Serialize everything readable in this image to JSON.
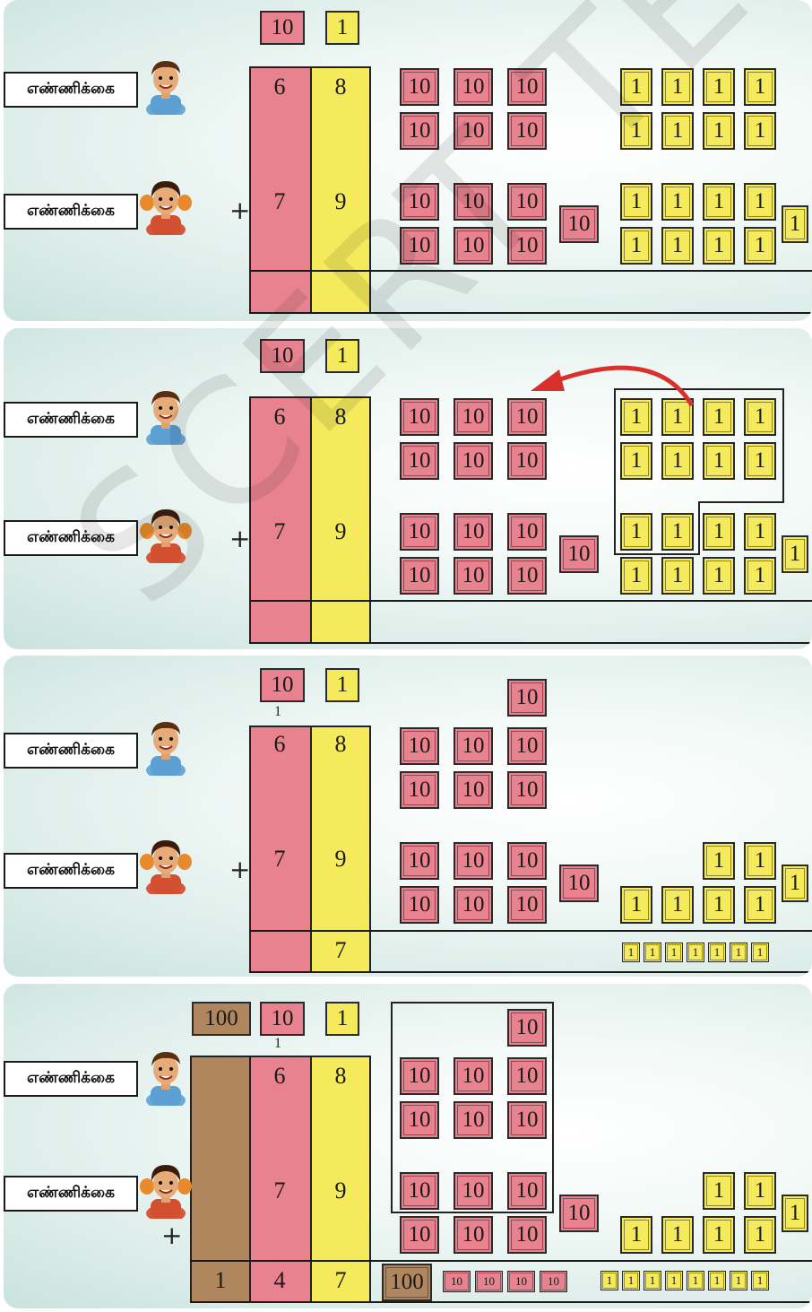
{
  "labels": {
    "count": "எண்ணிக்கை"
  },
  "symbols": {
    "plus": "+"
  },
  "headers": {
    "hundreds": "100",
    "tens": "10",
    "ones": "1"
  },
  "tiles": {
    "hundred": "100",
    "ten": "10",
    "one": "1"
  },
  "addends": {
    "top_tens": "6",
    "top_ones": "8",
    "bottom_tens": "7",
    "bottom_ones": "9"
  },
  "carry": {
    "tens": "1"
  },
  "results": {
    "panel3_ones": "7",
    "final_hundreds": "1",
    "final_tens": "4",
    "final_ones": "7"
  },
  "watermark": "SCERT TELANGANA",
  "colors": {
    "tens": "#e8828e",
    "ones": "#f4ea5c",
    "hundreds": "#b0865e",
    "arrow": "#d8312c"
  },
  "icons": {
    "boy": "boy-avatar-icon",
    "girl": "girl-avatar-icon",
    "arrow": "curved-arrow-icon"
  }
}
